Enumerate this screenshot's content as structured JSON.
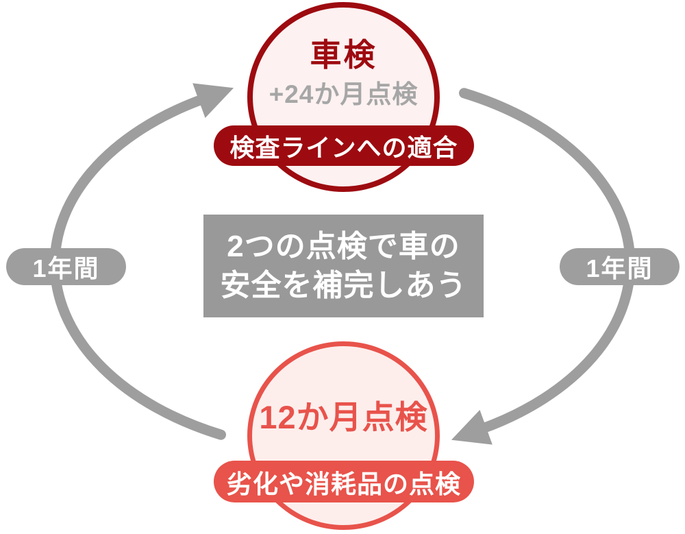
{
  "colors": {
    "dark_red": "#9d0b10",
    "red": "#e8534b",
    "cycle_gray": "#9e9e9e",
    "box_gray": "#999999",
    "subtitle_gray": "#a6a6a6",
    "top_node_fill": "#fdf1f1",
    "bottom_node_fill": "#fdeeec"
  },
  "top_node": {
    "title": "車検",
    "subtitle": "+24か月点検",
    "badge": "検査ラインへの適合"
  },
  "bottom_node": {
    "title": "12か月点検",
    "badge": "劣化や消耗品の点検"
  },
  "center_message": {
    "line1": "2つの点検で車の",
    "line2": "安全を補完しあう"
  },
  "cycle": {
    "interval_left": "1年間",
    "interval_right": "1年間"
  }
}
